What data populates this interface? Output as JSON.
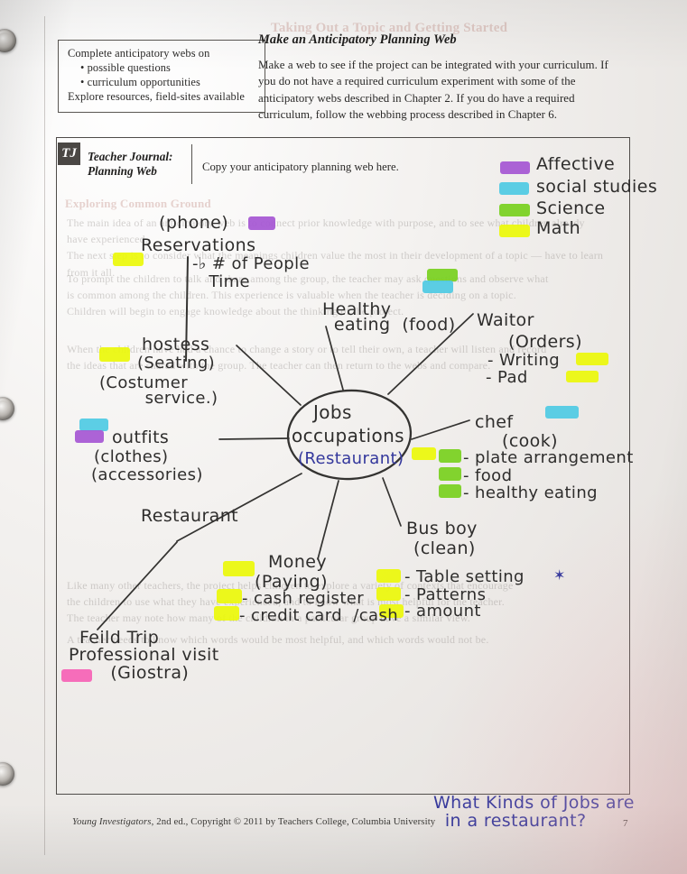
{
  "page": {
    "footer": "Young Investigators, 2nd ed., Copyright © 2011 by Teachers College, Columbia University",
    "footer_italic": "Young Investigators",
    "footer_rest": ", 2nd ed., Copyright © 2011 by Teachers College, Columbia University",
    "page_number": "7"
  },
  "callout": {
    "line1": "Complete anticipatory webs on",
    "line2": "• possible questions",
    "line3": "• curriculum opportunities",
    "line4": "Explore resources, field-sites available"
  },
  "article": {
    "heading": "Make an Anticipatory Planning Web",
    "body": "Make a web to see if the project can be integrated with your curriculum. If you do not have a required curriculum experiment with some of the anticipatory webs described in Chapter 2. If you do have a required curriculum, follow the webbing process described in Chapter 6."
  },
  "teacher_journal": {
    "badge": "TJ",
    "title_line1": "Teacher Journal:",
    "title_line2": "Planning Web",
    "instruction": "Copy your anticipatory planning web here."
  },
  "legend": {
    "title": "legend",
    "items": [
      {
        "label": "Affective",
        "color": "#a657d4"
      },
      {
        "label": "social studies",
        "color": "#4fcbe4"
      },
      {
        "label": "Science",
        "color": "#79d11f"
      },
      {
        "label": "Math",
        "color": "#ecf90a"
      }
    ]
  },
  "center_node": {
    "line1": "Jobs",
    "line2": "occupations",
    "line3": "(Restaurant)"
  },
  "branches": {
    "reservations": {
      "phone": "(phone)",
      "title": "Reservations",
      "detail1": "-♭ # of People",
      "detail2": "   Time"
    },
    "hostess": {
      "title": "hostess",
      "sub1": "(Seating)",
      "sub2": "(Costumer",
      "sub3": "     service.)"
    },
    "outfits": {
      "title": "outfits",
      "sub1": "(clothes)",
      "sub2": "(accessories)"
    },
    "healthy_eating": {
      "line1": "Healthy",
      "line2": "  eating  (food)"
    },
    "waiter": {
      "title": "Waitor",
      "sub": "(Orders)",
      "item1": "- Writing",
      "item2": "- Pad"
    },
    "chef": {
      "title": "chef",
      "sub": "(cook)",
      "item1": "- plate arrangement",
      "item2": "- food",
      "item3": "- healthy eating"
    },
    "busboy": {
      "title": "Bus boy",
      "sub": "(clean)",
      "item1": "- Table setting",
      "item2": "- Patterns",
      "item3": "- amount",
      "star": "✶"
    },
    "money": {
      "title": "Money",
      "sub": "(Paying)",
      "item1": "- cash register",
      "item2": "- credit card  /cash"
    },
    "restaurant": {
      "title": "Restaurant"
    },
    "field_trip": {
      "line1": "Feild Trip",
      "line2": "Professional visit",
      "line3": "   (Giostra)"
    }
  },
  "bottom_note": {
    "line1": "What Kinds of Jobs are",
    "line2": "  in a restaurant?"
  },
  "colors": {
    "purple": "#a657d4",
    "cyan": "#4fcbe4",
    "green": "#79d11f",
    "yellow": "#ecf90a",
    "pink": "#f763b6",
    "ink_black": "#2e2d2c",
    "ink_blue": "#33379c"
  }
}
